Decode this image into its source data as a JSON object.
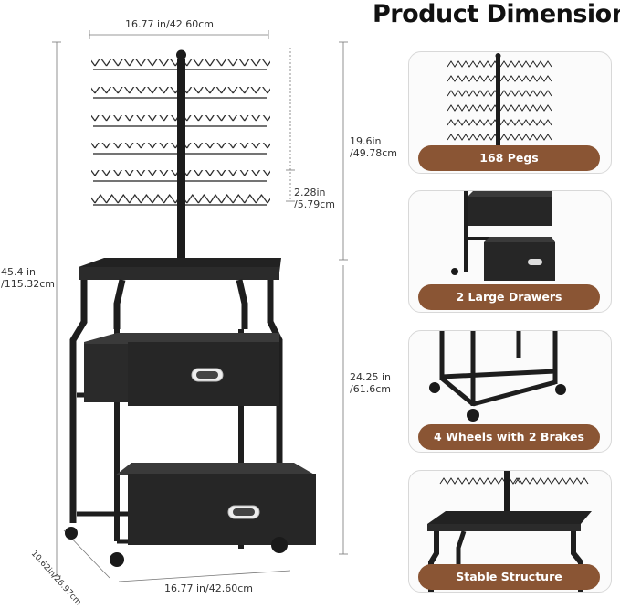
{
  "header": {
    "title": "Product Dimension"
  },
  "dimensions": {
    "top_width": "16.77 in/42.60cm",
    "total_height_in": "45.4 in",
    "total_height_cm": "/115.32cm",
    "rack_height_in": "19.6in",
    "rack_height_cm": "/49.78cm",
    "peg_spacing_in": "2.28in",
    "peg_spacing_cm": "/5.79cm",
    "cart_height_in": "24.25 in",
    "cart_height_cm": "/61.6cm",
    "depth": "10.62in/26.97cm",
    "bottom_width": "16.77 in/42.60cm"
  },
  "features": [
    {
      "label": "168 Pegs",
      "icon": "peg-rack-icon"
    },
    {
      "label": "2 Large Drawers",
      "icon": "drawers-icon"
    },
    {
      "label": "4 Wheels with 2 Brakes",
      "icon": "wheels-icon"
    },
    {
      "label": "Stable Structure",
      "icon": "tabletop-icon"
    }
  ],
  "colors": {
    "badge": "#8a5534",
    "frame": "#1e1e1e",
    "drawer": "#2a2a2a"
  }
}
